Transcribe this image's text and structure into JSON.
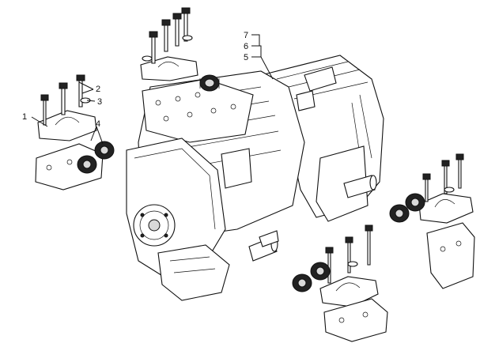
{
  "callouts": [
    {
      "id": "c1",
      "text": "1"
    },
    {
      "id": "c2",
      "text": "2"
    },
    {
      "id": "c3",
      "text": "3"
    },
    {
      "id": "c4",
      "text": "4"
    },
    {
      "id": "c5",
      "text": "5"
    },
    {
      "id": "c6",
      "text": "6"
    },
    {
      "id": "c7",
      "text": "7"
    }
  ],
  "colors": {
    "line": "#111111",
    "background": "#ffffff",
    "watermark": "#cfcfcf"
  }
}
